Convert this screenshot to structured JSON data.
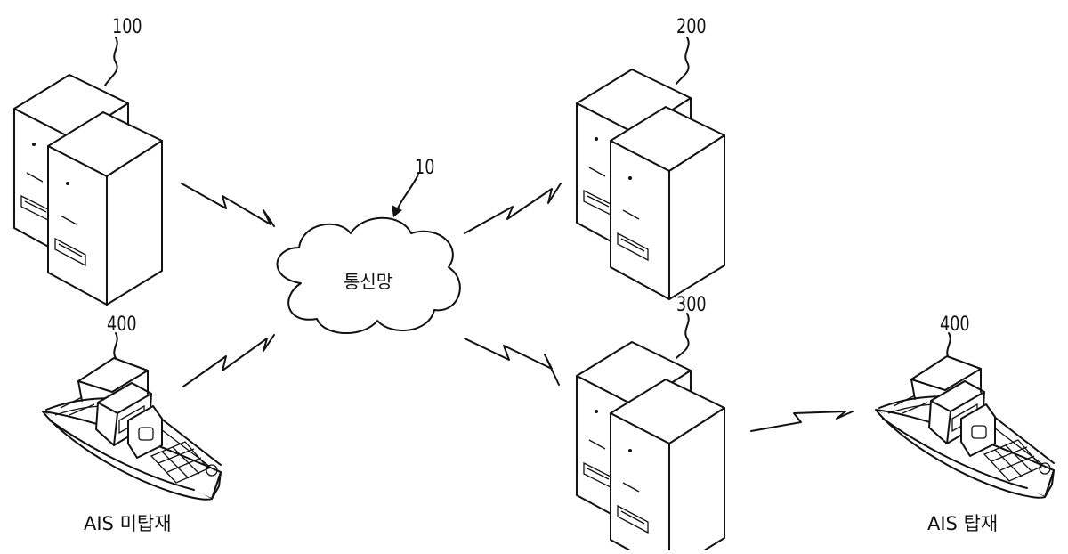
{
  "labels": {
    "server_a": "100",
    "server_b": "200",
    "server_c": "300",
    "ship_left": "400",
    "ship_right": "400",
    "network_ref": "10",
    "network": "통신망",
    "caption_left": "AIS 미탑재",
    "caption_right": "AIS 탑재"
  },
  "icons": {
    "server": "server-tower-pair",
    "ship": "boat",
    "network": "cloud",
    "link": "lightning-bolt"
  }
}
